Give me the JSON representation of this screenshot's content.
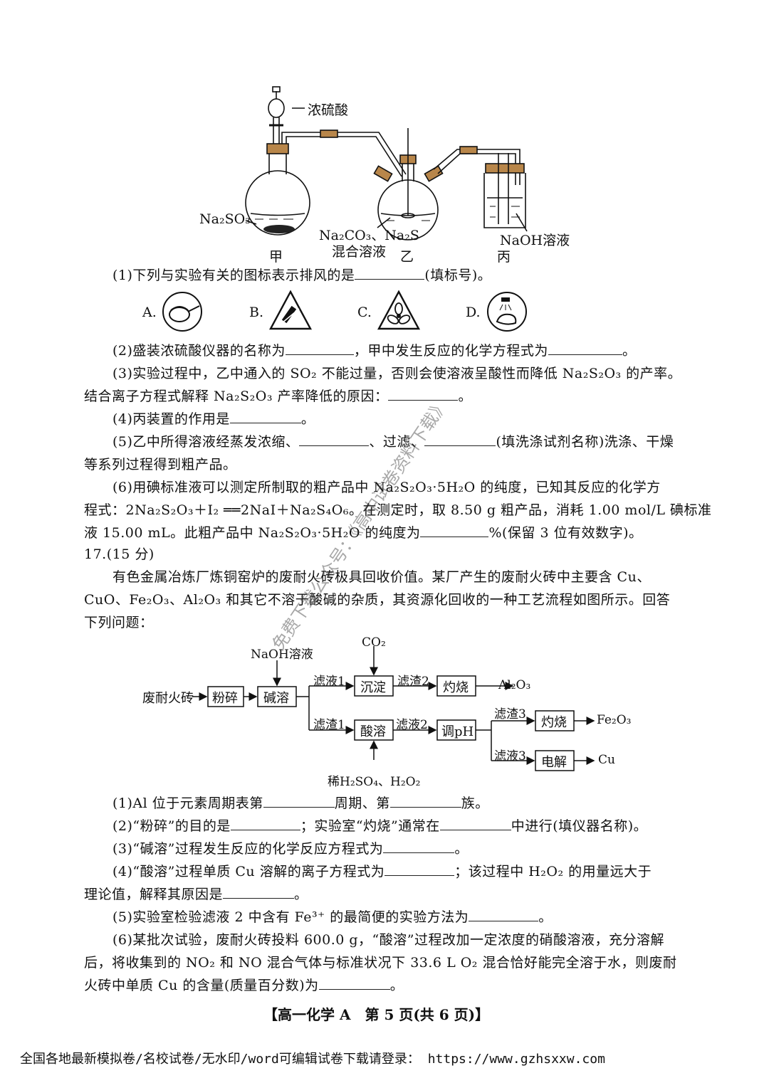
{
  "apparatus": {
    "conc_acid": "浓硫酸",
    "na2so3": "Na₂SO₃",
    "mix_line1": "Na₂CO₃、Na₂S",
    "mix_line2": "混合溶液",
    "naoh": "NaOH溶液",
    "label_jia": "甲",
    "label_yi": "乙",
    "label_bing": "丙"
  },
  "q16": {
    "p1_a": "(1)下列与实验有关的图标表示排风的是",
    "p1_b": "(填标号)。",
    "options": [
      "A.",
      "B.",
      "C.",
      "D."
    ],
    "p2_a": "(2)盛装浓硫酸仪器的名称为",
    "p2_b": "，甲中发生反应的化学方程式为",
    "p2_c": "。",
    "p3_l1": "(3)实验过程中，乙中通入的 SO₂ 不能过量，否则会使溶液呈酸性而降低 Na₂S₂O₃ 的产率。",
    "p3_l2a": "结合离子方程式解释 Na₂S₂O₃ 产率降低的原因：",
    "p3_l2b": "。",
    "p4_a": "(4)丙装置的作用是",
    "p4_b": "。",
    "p5_a": "(5)乙中所得溶液经蒸发浓缩、",
    "p5_b": "、过滤、",
    "p5_c": "(填洗涤试剂名称)洗涤、干燥",
    "p5_l2": "等系列过程得到粗产品。",
    "p6_l1": "(6)用碘标准液可以测定所制取的粗产品中 Na₂S₂O₃·5H₂O 的纯度，已知其反应的化学方",
    "p6_l2": "程式：2Na₂S₂O₃＋I₂ ══2NaI＋Na₂S₄O₆。在测定时，取 8.50 g 粗产品，消耗 1.00 mol/L 碘标准",
    "p6_l3a": "液 15.00 mL。此粗产品中 Na₂S₂O₃·5H₂O 的纯度为",
    "p6_l3b": "%(保留 3 位有效数字)。"
  },
  "q17": {
    "head": "17.(15 分)",
    "intro1": "有色金属冶炼厂炼铜窑炉的废耐火砖极具回收价值。某厂产生的废耐火砖中主要含 Cu、",
    "intro2": "CuO、Fe₂O₃、Al₂O₃ 和其它不溶于酸碱的杂质，其资源化回收的一种工艺流程如图所示。回答",
    "intro3": "下列问题：",
    "flow": {
      "start": "废耐火砖",
      "crush": "粉碎",
      "alkali": "碱溶",
      "naoh": "NaOH溶液",
      "filtrate1": "滤液1",
      "precip": "沉淀",
      "co2": "CO₂",
      "residue2": "滤渣2",
      "burn1": "灼烧",
      "al2o3": "Al₂O₃",
      "residue1": "滤渣1",
      "acid": "酸溶",
      "acid_reagents": "稀H₂SO₄、H₂O₂",
      "filtrate2": "滤液2",
      "ph": "调pH",
      "residue3": "滤渣3",
      "burn2": "灼烧",
      "fe2o3": "Fe₂O₃",
      "filtrate3": "滤液3",
      "electro": "电解",
      "cu": "Cu"
    },
    "p1_a": "(1)Al 位于元素周期表第",
    "p1_b": "周期、第",
    "p1_c": "族。",
    "p2_a": "(2)“粉碎”的目的是",
    "p2_b": "；实验室“灼烧”通常在",
    "p2_c": "中进行(填仪器名称)。",
    "p3_a": "(3)“碱溶”过程发生反应的化学反应方程式为",
    "p3_b": "。",
    "p4_a": "(4)“酸溶”过程单质 Cu 溶解的离子方程式为",
    "p4_b": "；该过程中 H₂O₂ 的用量远大于",
    "p4_l2a": "理论值，解释其原因是",
    "p4_l2b": "。",
    "p5_a": "(5)实验室检验滤液 2 中含有 Fe³⁺ 的最简便的实验方法为",
    "p5_b": "。",
    "p6_l1": "(6)某批次试验，废耐火砖投料 600.0 g，“酸溶”过程改加一定浓度的硝酸溶液，充分溶解",
    "p6_l2": "后，将收集到的 NO₂ 和 NO 混合气体与标准状况下 33.6 L O₂ 混合恰好能完全溶于水，则废耐",
    "p6_l3a": "火砖中单质 Cu 的含量(质量百分数)为",
    "p6_l3b": "。"
  },
  "footer": "【高一化学 A　第 5 页(共 6 页)】",
  "bottom_line": "全国各地最新模拟卷/名校试卷/无水印/word可编辑试卷下载请登录：  https://www.gzhsxxw.com",
  "watermark": "免费下载公众号：《高中试卷资料下载》"
}
